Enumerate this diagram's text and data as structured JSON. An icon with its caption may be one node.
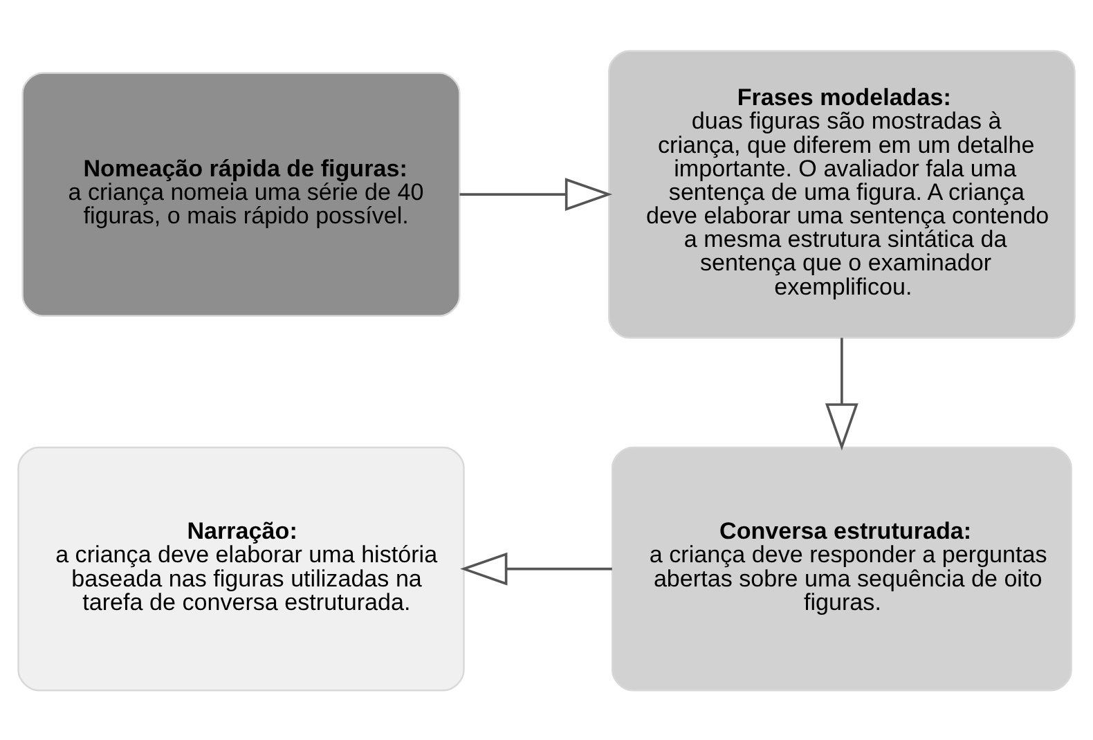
{
  "diagram": {
    "nodes": [
      {
        "text": [
          "**Nomeação rápida de figuras**: a criança nomeia uma série de 40 figuras, o mais rápido possível."
        ]
      },
      {
        "text": [
          "**Frases modeladas**: duas figuras são mostradas à criança, que diferem em um detalhe importante. O avaliador fala uma sentença de uma figura. A criança deve elaborar uma sentença contendo a mesma estrutura sintática da sentença que o examinador exemplificou."
        ]
      },
      {
        "text": [
          "**Narração:** a criança deve elaborar uma história baseada nas figuras utilizadas na tarefa de conversa estruturada."
        ]
      },
      {
        "text": [
          "**Conversa estruturada:** a criança deve responder a perguntas abertas sobre uma sequência de oito figuras."
        ]
      }
    ],
    "edges": [
      {
        "from": 0,
        "to": 1,
        "arrow": "to"
      },
      {
        "from": 1,
        "to": 3,
        "arrow": "to"
      },
      {
        "from": 3,
        "to": 2,
        "arrow": "to"
      }
    ]
  }
}
